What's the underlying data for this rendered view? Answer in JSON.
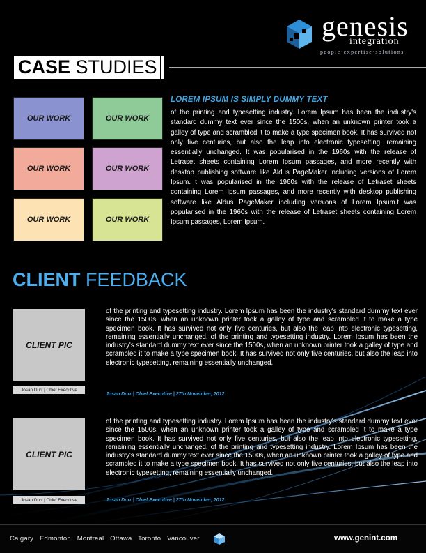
{
  "brand": {
    "name": "genesis",
    "sub": "integration",
    "tagline": "people·expertise·solutions"
  },
  "case_studies": {
    "title_bold": "CASE",
    "title_light": " STUDIES",
    "tiles": [
      {
        "label": "OUR WORK",
        "color": "#8a93cf"
      },
      {
        "label": "OUR WORK",
        "color": "#8ecb98"
      },
      {
        "label": "OUR WORK",
        "color": "#f2ab9a"
      },
      {
        "label": "OUR WORK",
        "color": "#cfa3d0"
      },
      {
        "label": "OUR WORK",
        "color": "#fde2b4"
      },
      {
        "label": "OUR WORK",
        "color": "#d6e494"
      }
    ],
    "heading": "LOREM IPSUM IS SIMPLY DUMMY TEXT",
    "body": "of the printing and typesetting industry. Lorem Ipsum has been the industry's standard dummy text ever since the 1500s, when an unknown printer took a galley of type and scrambled it to make a type specimen book. It has survived not only five centuries, but also the leap into electronic typesetting, remaining essentially unchanged. It was popularised in the 1960s with the release of Letraset sheets containing Lorem Ipsum passages, and more recently with desktop publishing software like Aldus PageMaker including versions of Lorem Ipsum. t was popularised in the 1960s with the release of Letraset sheets containing Lorem Ipsum passages, and more recently with desktop publishing software like Aldus PageMaker including versions of Lorem Ipsum.t was popularised in the 1960s with the release of Letraset sheets containing Lorem Ipsum passages, Lorem Ipsum."
  },
  "client_feedback": {
    "title_bold": "CLIENT",
    "title_light": " FEEDBACK",
    "items": [
      {
        "pic_label": "CLIENT PIC",
        "caption": "Josan Durr | Chief Executive",
        "body": "of the printing and typesetting industry. Lorem Ipsum has been the industry's standard dummy text ever since the 1500s, when an unknown printer took a galley of type and scrambled it to make a type specimen book. It has survived not only five centuries, but also the leap into electronic typesetting, remaining essentially unchanged. of the printing and typesetting industry. Lorem Ipsum has been the industry's standard dummy text ever since the 1500s, when an unknown printer took a galley of type and scrambled it to make a type specimen book. It has survived not only five centuries, but also the leap into electronic typesetting, remaining essentially unchanged.",
        "signature": "Josan Durr | Chief Executive | 27th November, 2012"
      },
      {
        "pic_label": "CLIENT PIC",
        "caption": "Josan Durr | Chief Executive",
        "body": "of the printing and typesetting industry. Lorem Ipsum has been the industry's standard dummy text ever since the 1500s, when an unknown printer took a galley of type and scrambled it to make a type specimen book. It has survived not only five centuries, but also the leap into electronic typesetting, remaining essentially unchanged. of the printing and typesetting industry. Lorem Ipsum has been the industry's standard dummy text ever since the 1500s, when an unknown printer took a galley of type and scrambled it to make a type specimen book. It has survived not only five centuries, but also the leap into electronic typesetting, remaining essentially unchanged.",
        "signature": "Josan Durr | Chief Executive | 27th November, 2012"
      }
    ]
  },
  "footer": {
    "cities": [
      "Calgary",
      "Edmonton",
      "Montreal",
      "Ottawa",
      "Toronto",
      "Vancouver"
    ],
    "website": "www.genint.com"
  },
  "colors": {
    "accent": "#3fa6e6",
    "background": "#000000"
  }
}
